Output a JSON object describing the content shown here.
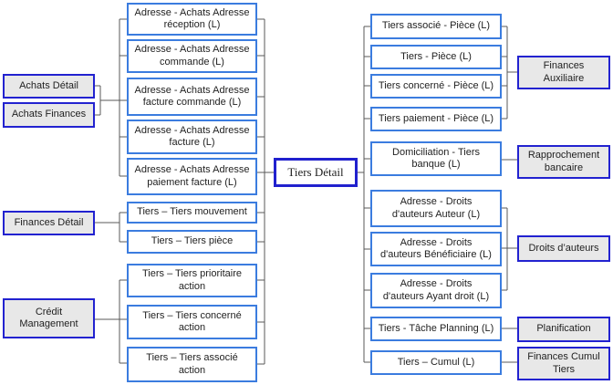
{
  "diagram": {
    "center": {
      "label": "Tiers Détail"
    },
    "left": [
      {
        "label": "Achats Détail"
      },
      {
        "label": "Achats Finances"
      },
      {
        "label": "Finances Détail"
      },
      {
        "label": "Crédit\nManagement"
      }
    ],
    "middle": [
      {
        "label": "Adresse - Achats Adresse\nréception (L)"
      },
      {
        "label": "Adresse - Achats Adresse\ncommande (L)"
      },
      {
        "label": "Adresse - Achats Adresse\nfacture commande (L)"
      },
      {
        "label": "Adresse - Achats Adresse\nfacture (L)"
      },
      {
        "label": "Adresse - Achats Adresse\npaiement facture (L)"
      },
      {
        "label": "Tiers – Tiers mouvement"
      },
      {
        "label": "Tiers – Tiers pièce"
      },
      {
        "label": "Tiers – Tiers prioritaire\naction"
      },
      {
        "label": "Tiers – Tiers concerné\naction"
      },
      {
        "label": "Tiers – Tiers associé\naction"
      }
    ],
    "right": [
      {
        "label": "Tiers associé - Pièce (L)"
      },
      {
        "label": "Tiers - Pièce (L)"
      },
      {
        "label": "Tiers concerné - Pièce (L)"
      },
      {
        "label": "Tiers paiement - Pièce (L)"
      },
      {
        "label": "Domiciliation - Tiers\nbanque (L)"
      },
      {
        "label": "Adresse - Droits\nd'auteurs Auteur (L)"
      },
      {
        "label": "Adresse - Droits\nd'auteurs Bénéficiaire (L)"
      },
      {
        "label": "Adresse - Droits\nd'auteurs Ayant droit (L)"
      },
      {
        "label": "Tiers - Tâche Planning (L)"
      },
      {
        "label": "Tiers – Cumul (L)"
      }
    ],
    "end": [
      {
        "label": "Finances\nAuxiliaire"
      },
      {
        "label": "Rapprochement\nbancaire"
      },
      {
        "label": "Droits d’auteurs"
      },
      {
        "label": "Planification"
      },
      {
        "label": "Finances Cumul\nTiers"
      }
    ],
    "colors": {
      "relation_border": "#3b7cdf",
      "end_border": "#2222d0",
      "center_border": "#2121ce",
      "end_fill": "#e8e8e8",
      "connector": "#595959",
      "text": "#1f1f1f"
    }
  }
}
